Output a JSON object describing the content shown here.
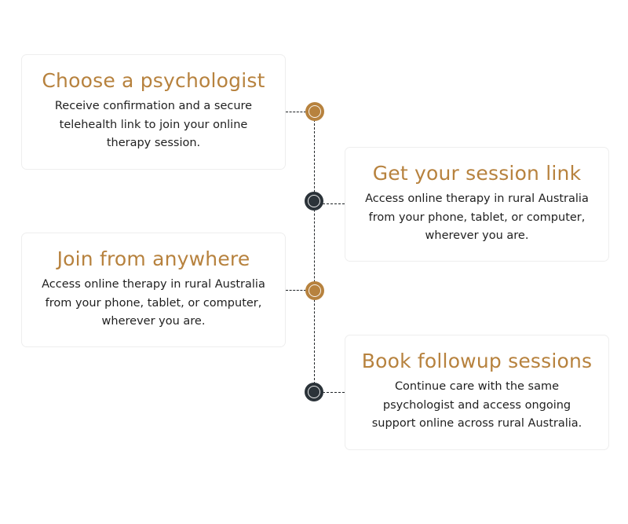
{
  "colors": {
    "accent": "#b7823e",
    "dark_node": "#2b3339",
    "text": "#1f1f1f",
    "card_border": "#eeeeee"
  },
  "steps": [
    {
      "title": "Choose a psychologist",
      "description": "Receive confirmation and a secure telehealth link to join your online therapy session.",
      "side": "left",
      "node_color": "accent"
    },
    {
      "title": "Get your session link",
      "description": "Access online therapy in rural Australia from your phone, tablet, or computer, wherever you are.",
      "side": "right",
      "node_color": "dark"
    },
    {
      "title": "Join from anywhere",
      "description": "Access online therapy in rural Australia from your phone, tablet, or computer, wherever you are.",
      "side": "left",
      "node_color": "accent"
    },
    {
      "title": "Book followup sessions",
      "description": "Continue care with the same psychologist and access ongoing support online across rural Australia.",
      "side": "right",
      "node_color": "dark"
    }
  ]
}
